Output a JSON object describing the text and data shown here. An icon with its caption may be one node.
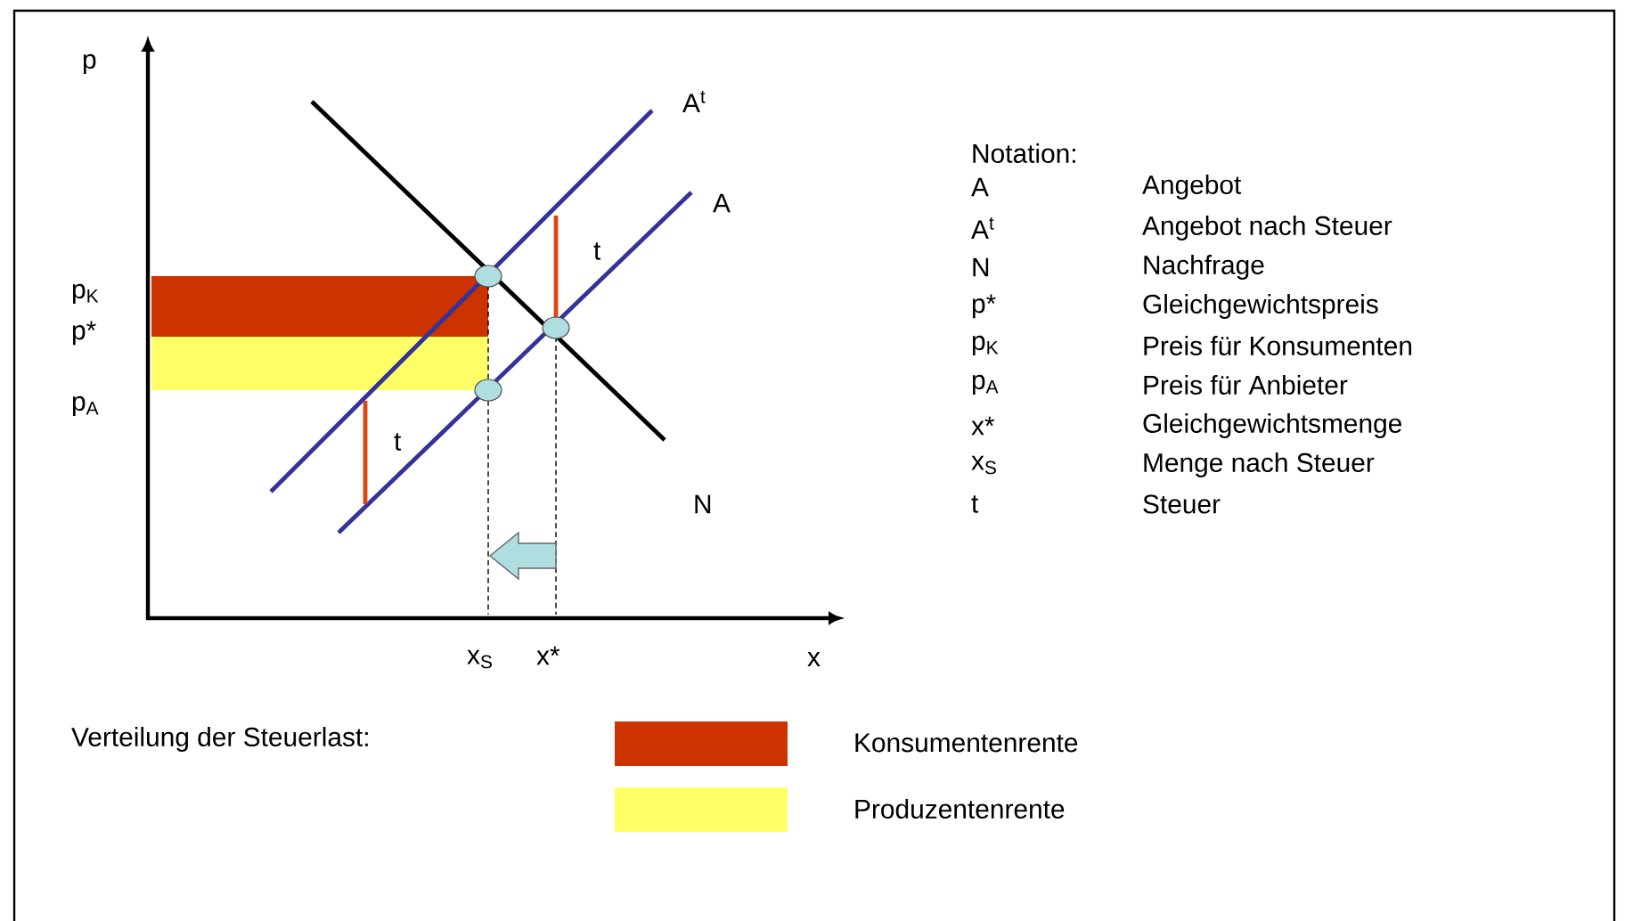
{
  "diagram": {
    "labels": [
      "p",
      "A$^{t}$",
      "A",
      "t",
      "p$_{K}$",
      "p*",
      "p$_{A}$",
      "t",
      "N",
      "x$_{S}$",
      "x*",
      "x",
      "Notation:",
      "A",
      "Angebot",
      "A$^{t}$",
      "Angebot nach Steuer",
      "N",
      "Nachfrage",
      "p*",
      "Gleichgewichtspreis",
      "p$_{K}$",
      "Preis für Konsumenten",
      "p$_{A}$",
      "Preis für Anbieter",
      "x*",
      "Gleichgewichtsmenge",
      "x$_{S}$",
      "Menge nach Steuer",
      "t",
      "Steuer",
      "Verteilung der Steuerlast:"
    ],
    "legend": [
      {
        "text": "Konsumentenrente",
        "color": "#cc3300"
      },
      {
        "text": "Produzentenrente",
        "color": "#ffff66"
      }
    ]
  }
}
